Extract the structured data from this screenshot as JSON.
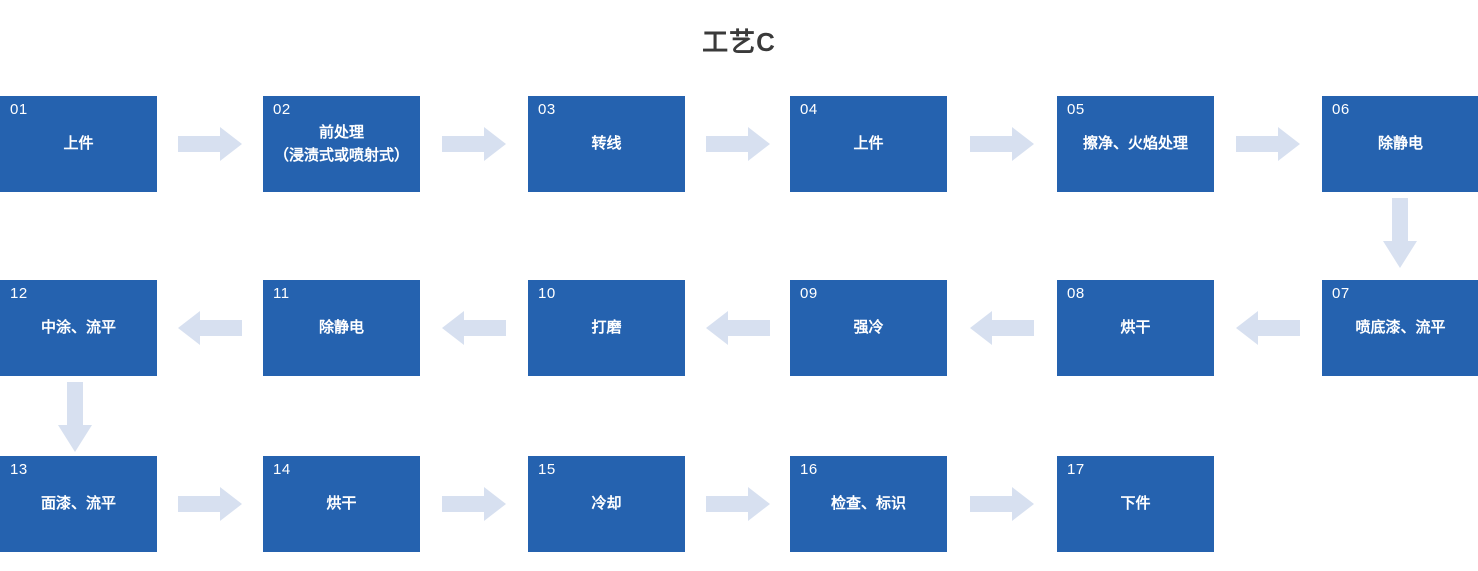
{
  "title": "工艺C",
  "colors": {
    "box": "#2562af",
    "arrow": "#d7e0f0",
    "title": "#3a3a3a",
    "background": "#ffffff"
  },
  "steps": [
    {
      "number": "01",
      "label": "上件"
    },
    {
      "number": "02",
      "label": "前处理\n（浸渍式或喷射式）"
    },
    {
      "number": "03",
      "label": "转线"
    },
    {
      "number": "04",
      "label": "上件"
    },
    {
      "number": "05",
      "label": "擦净、火焰处理"
    },
    {
      "number": "06",
      "label": "除静电"
    },
    {
      "number": "07",
      "label": "喷底漆、流平"
    },
    {
      "number": "08",
      "label": "烘干"
    },
    {
      "number": "09",
      "label": "强冷"
    },
    {
      "number": "10",
      "label": "打磨"
    },
    {
      "number": "11",
      "label": "除静电"
    },
    {
      "number": "12",
      "label": "中涂、流平"
    },
    {
      "number": "13",
      "label": "面漆、流平"
    },
    {
      "number": "14",
      "label": "烘干"
    },
    {
      "number": "15",
      "label": "冷却"
    },
    {
      "number": "16",
      "label": "检查、标识"
    },
    {
      "number": "17",
      "label": "下件"
    }
  ]
}
